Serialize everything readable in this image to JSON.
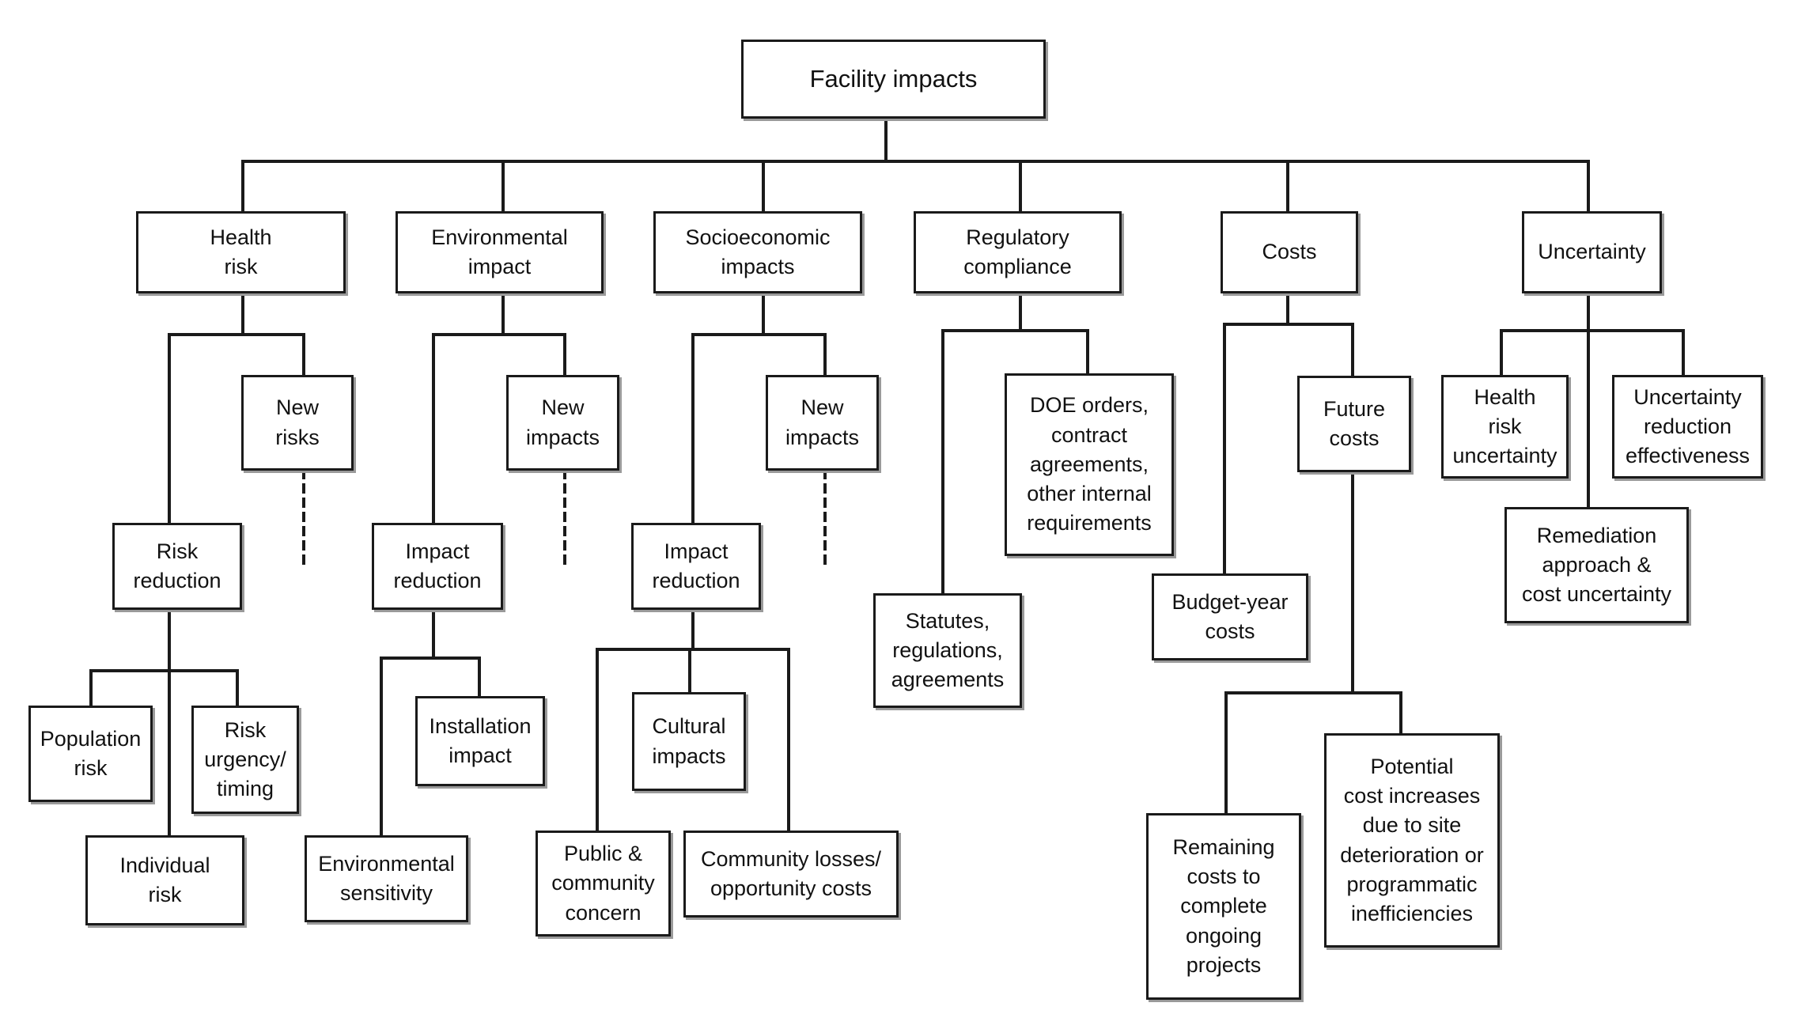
{
  "diagram": {
    "root": "Facility impacts",
    "health_risk": {
      "label": "Health\nrisk",
      "new_risks": "New\nrisks",
      "risk_reduction": "Risk\nreduction",
      "population_risk": "Population\nrisk",
      "risk_urgency": "Risk\nurgency/\ntiming",
      "individual_risk": "Individual\nrisk"
    },
    "environmental_impact": {
      "label": "Environmental\nimpact",
      "new_impacts": "New\nimpacts",
      "impact_reduction": "Impact\nreduction",
      "installation_impact": "Installation\nimpact",
      "environmental_sensitivity": "Environmental\nsensitivity"
    },
    "socioeconomic_impacts": {
      "label": "Socioeconomic\nimpacts",
      "new_impacts": "New\nimpacts",
      "impact_reduction": "Impact\nreduction",
      "cultural_impacts": "Cultural\nimpacts",
      "public_concern": "Public &\ncommunity\nconcern",
      "community_losses": "Community losses/\nopportunity costs"
    },
    "regulatory_compliance": {
      "label": "Regulatory\ncompliance",
      "doe_orders": "DOE orders,\ncontract\nagreements,\nother internal\nrequirements",
      "statutes": "Statutes,\nregulations,\nagreements"
    },
    "costs": {
      "label": "Costs",
      "future_costs": "Future\ncosts",
      "budget_year_costs": "Budget-year\ncosts",
      "remaining_costs": "Remaining\ncosts to\ncomplete\nongoing\nprojects",
      "potential_cost_increases": "Potential\ncost increases\ndue to site\ndeterioration or\nprogrammatic\ninefficiencies"
    },
    "uncertainty": {
      "label": "Uncertainty",
      "health_risk_uncertainty": "Health\nrisk\nuncertainty",
      "uncertainty_reduction": "Uncertainty\nreduction\neffectiveness",
      "remediation_uncertainty": "Remediation\napproach &\ncost uncertainty"
    }
  }
}
